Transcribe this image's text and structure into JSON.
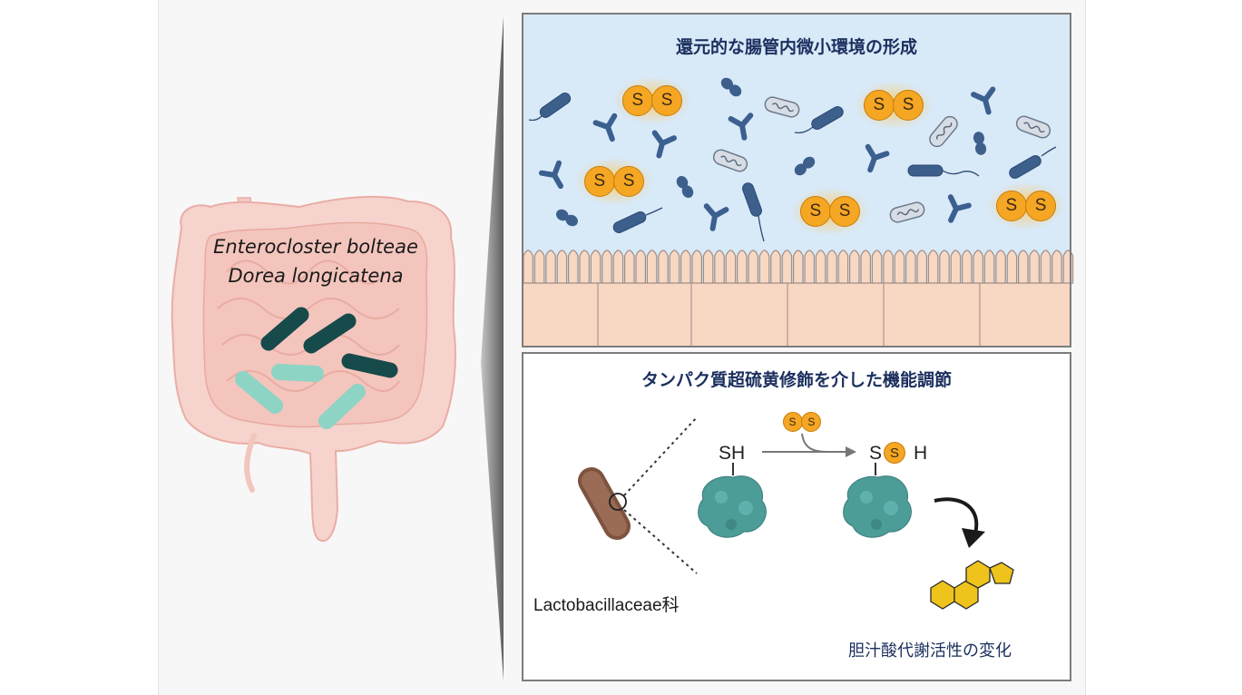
{
  "left": {
    "species": [
      "Enterocloster bolteae",
      "Dorea longicatena"
    ]
  },
  "top_panel": {
    "title": "還元的な腸管内微小環境の形成",
    "pair_label": "S"
  },
  "bottom_panel": {
    "title": "タンパク質超硫黄修飾を介した機能調節",
    "sh_label": "SH",
    "ssh_left": "S",
    "ssh_mid": "S",
    "ssh_right": "H",
    "bacteria_label": "Lactobacillaceae科",
    "outcome_label": "胆汁酸代謝活性の変化"
  },
  "colors": {
    "sulfur_orange": "#f5a623",
    "panel_blue": "#d8e9f8",
    "epithelium": "#f8d7c3",
    "bacteria_dark": "#174a4a",
    "bacteria_light": "#8ed4c4",
    "protein": "#4c9c98",
    "bile_acid": "#eec31c",
    "title_navy": "#1b2f5e"
  }
}
